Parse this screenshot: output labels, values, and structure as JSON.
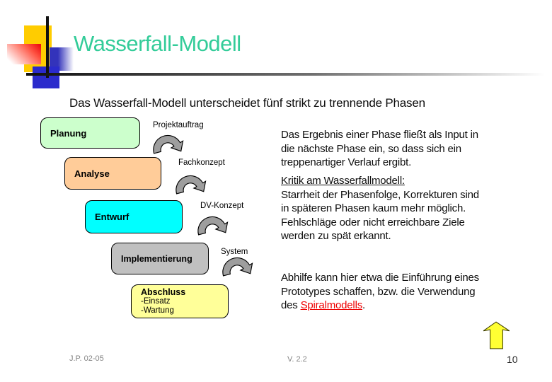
{
  "slide": {
    "title": "Wasserfall-Modell",
    "subtitle": "Das Wasserfall-Modell unterscheidet fünf strikt zu trennende Phasen"
  },
  "diagram": {
    "phases": [
      {
        "label": "Planung",
        "color": "#ccffcc"
      },
      {
        "label": "Analyse",
        "color": "#ffcc99"
      },
      {
        "label": "Entwurf",
        "color": "#00ffff"
      },
      {
        "label": "Implementierung",
        "color": "#c0c0c0"
      },
      {
        "label": "Abschluss",
        "color": "#ffff99",
        "sub1": "-Einsatz",
        "sub2": "-Wartung"
      }
    ],
    "transitions": [
      "Projektauftrag",
      "Fachkonzept",
      "DV-Konzept",
      "System"
    ],
    "arrow_color": "#9e9e9e"
  },
  "notes": {
    "result_lines": [
      "Das Ergebnis einer Phase fließt als Input in",
      "die nächste Phase ein, so dass sich ein",
      "treppenartiger Verlauf ergibt."
    ],
    "critique_heading": "Kritik am Wasserfallmodell:",
    "critique_lines": [
      "Starrheit der Phasenfolge, Korrekturen sind",
      "in späteren Phasen kaum mehr möglich.",
      "Fehlschläge oder nicht erreichbare Ziele",
      "werden zu spät erkannt."
    ],
    "remedy_line1": "Abhilfe kann hier etwa die Einführung eines",
    "remedy_line2": "Prototypes schaffen, bzw. die Verwendung",
    "remedy_line3_prefix": "des ",
    "remedy_link": "Spiralmodells",
    "remedy_suffix": "."
  },
  "nav": {
    "up_arrow_color": "#ffff33"
  },
  "footer": {
    "author": "J.P. 02-05",
    "version": "V. 2.2",
    "page": "10"
  },
  "colors": {
    "title": "#33cc99",
    "link": "#ee0000"
  }
}
